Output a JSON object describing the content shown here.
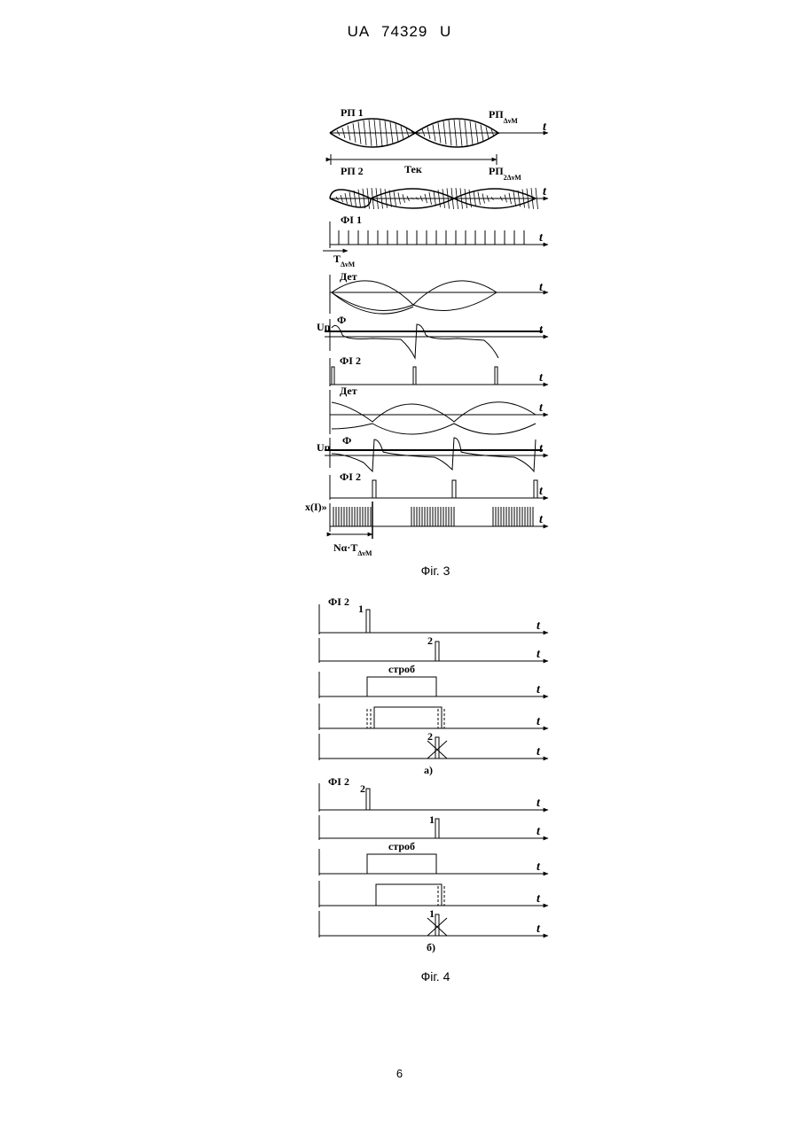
{
  "header": "UA   74329   U",
  "page_number": "6",
  "fig3": {
    "caption": "Фіг. 3",
    "rp1": "РП 1",
    "rp_dv": "РП",
    "rp_dv_sub": "ΔνМ",
    "rp2": "РП 2",
    "rp2_dv": "РП",
    "rp2_dv_sub": "2ΔνМ",
    "t_ek": "Тек",
    "fi1": "ФІ 1",
    "t_dv": "Т",
    "t_dv_sub": "ΔνМ",
    "det": "Дет",
    "phi": "Ф",
    "un": "Uп",
    "fi2": "ФІ 2",
    "x_label": "x(I)»",
    "n_label": "Nα·Т",
    "n_sub": "ΔνМ",
    "t": "t"
  },
  "fig4": {
    "caption": "Фіг. 4",
    "fi2": "ФІ 2",
    "strob": "строб",
    "label_a": "а)",
    "label_b": "б)",
    "n1": "1",
    "n2": "2",
    "t": "t"
  }
}
